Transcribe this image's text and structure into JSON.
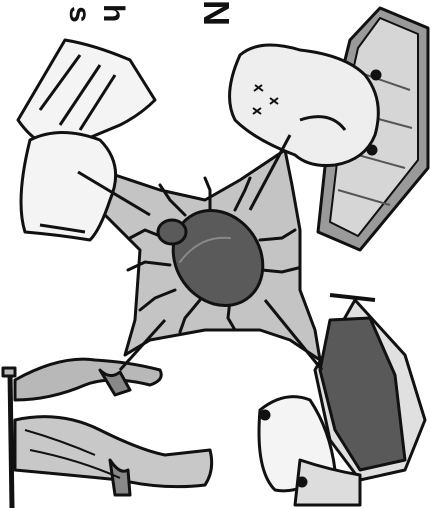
{
  "top_text": {
    "glyph_1": "s",
    "glyph_2": "h",
    "glyph_3": "N"
  },
  "colors": {
    "background": "#ffffff",
    "panel_gray": "#c4c4c4",
    "mite_body": "#5a5a5a",
    "outline": "#111111"
  },
  "icons": [
    "dust-mite-icon",
    "pillow-stack-icon",
    "stuffed-toy-on-rug-icon",
    "curtains-icon",
    "bed-with-pillow-icon"
  ]
}
